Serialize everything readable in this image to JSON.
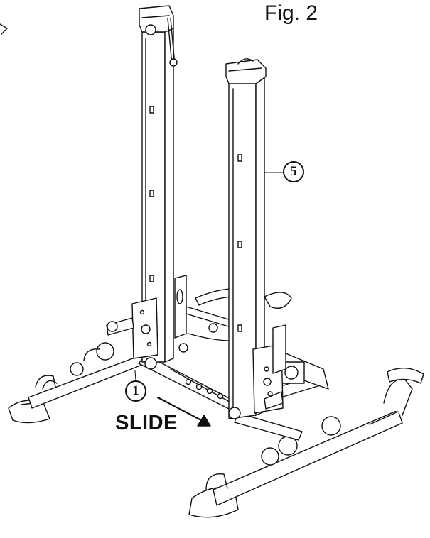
{
  "figure": {
    "title": "Fig. 2",
    "action_label": "SLIDE",
    "callouts": [
      {
        "id": "1",
        "label": "1"
      },
      {
        "id": "5",
        "label": "5"
      }
    ]
  },
  "colors": {
    "line": "#111111",
    "background": "#ffffff",
    "fill": "#ffffff"
  }
}
